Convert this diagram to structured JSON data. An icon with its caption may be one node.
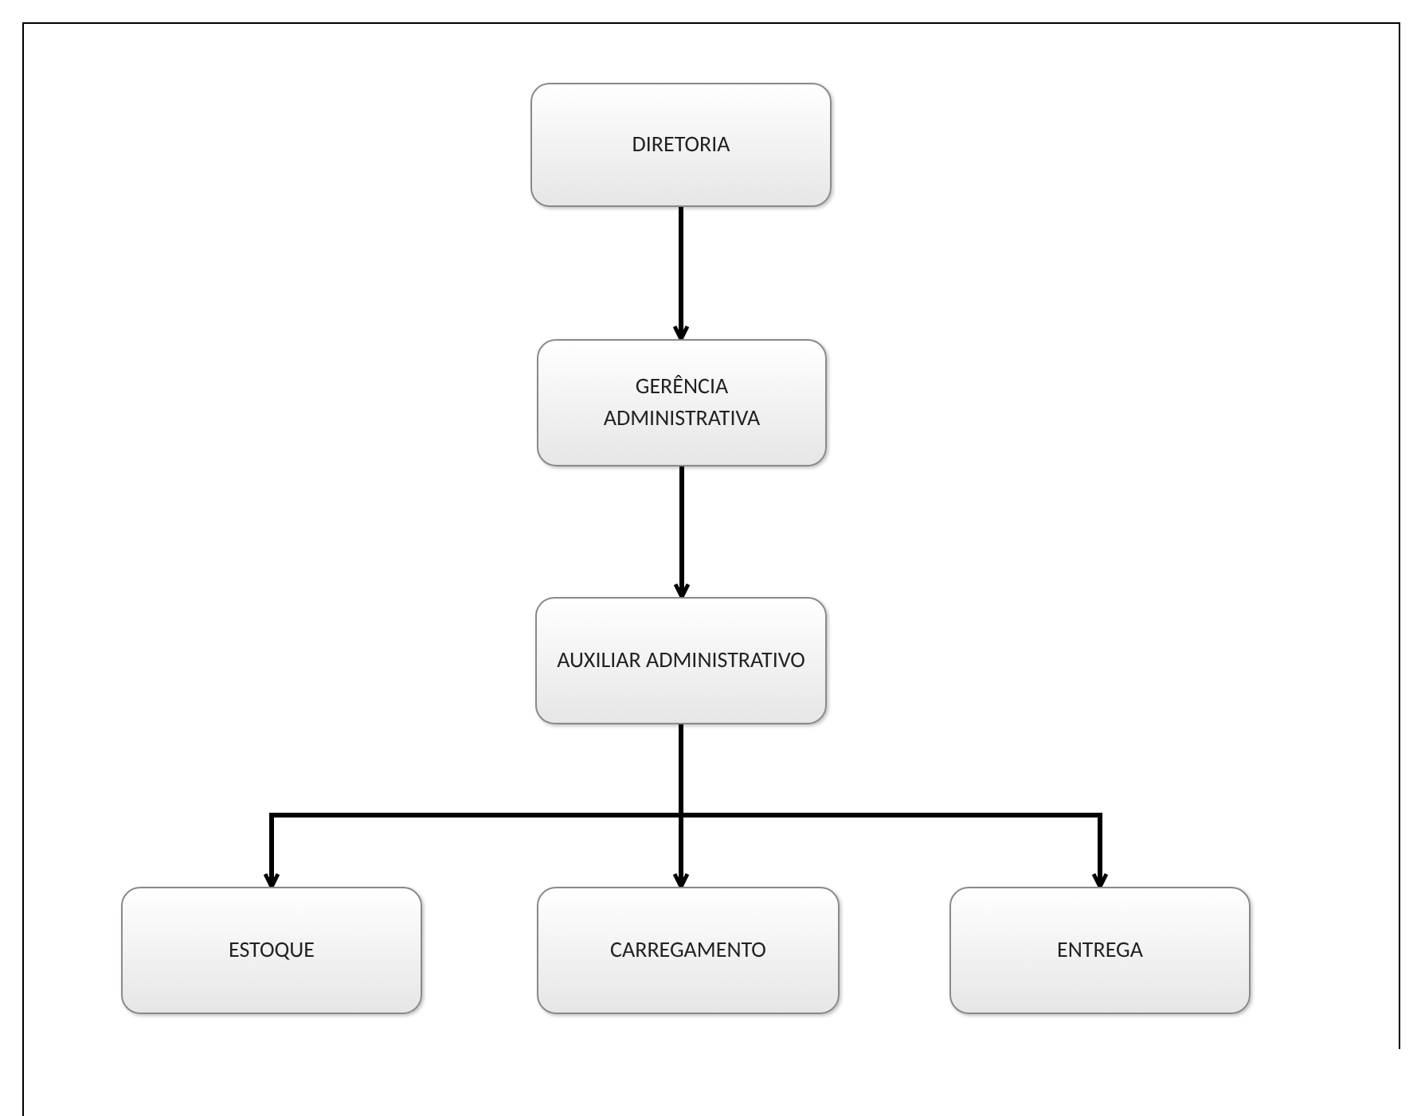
{
  "diagram": {
    "nodes": [
      {
        "text": [
          "DIRETORIA"
        ]
      },
      {
        "text": [
          "GERÊNCIA ADMINISTRATIVA"
        ]
      },
      {
        "text": [
          "AUXILIAR ADMINISTRATIVO"
        ]
      },
      {
        "text": [
          "ESTOQUE"
        ]
      },
      {
        "text": [
          "CARREGAMENTO"
        ]
      },
      {
        "text": [
          "ENTREGA"
        ]
      }
    ],
    "edges": [
      {
        "from": 0,
        "to": 1,
        "arrow": "to"
      },
      {
        "from": 1,
        "to": 2,
        "arrow": "to"
      },
      {
        "from": 2,
        "to": 3,
        "arrow": "to"
      },
      {
        "from": 2,
        "to": 4,
        "arrow": "to"
      },
      {
        "from": 2,
        "to": 5,
        "arrow": "to"
      }
    ]
  }
}
